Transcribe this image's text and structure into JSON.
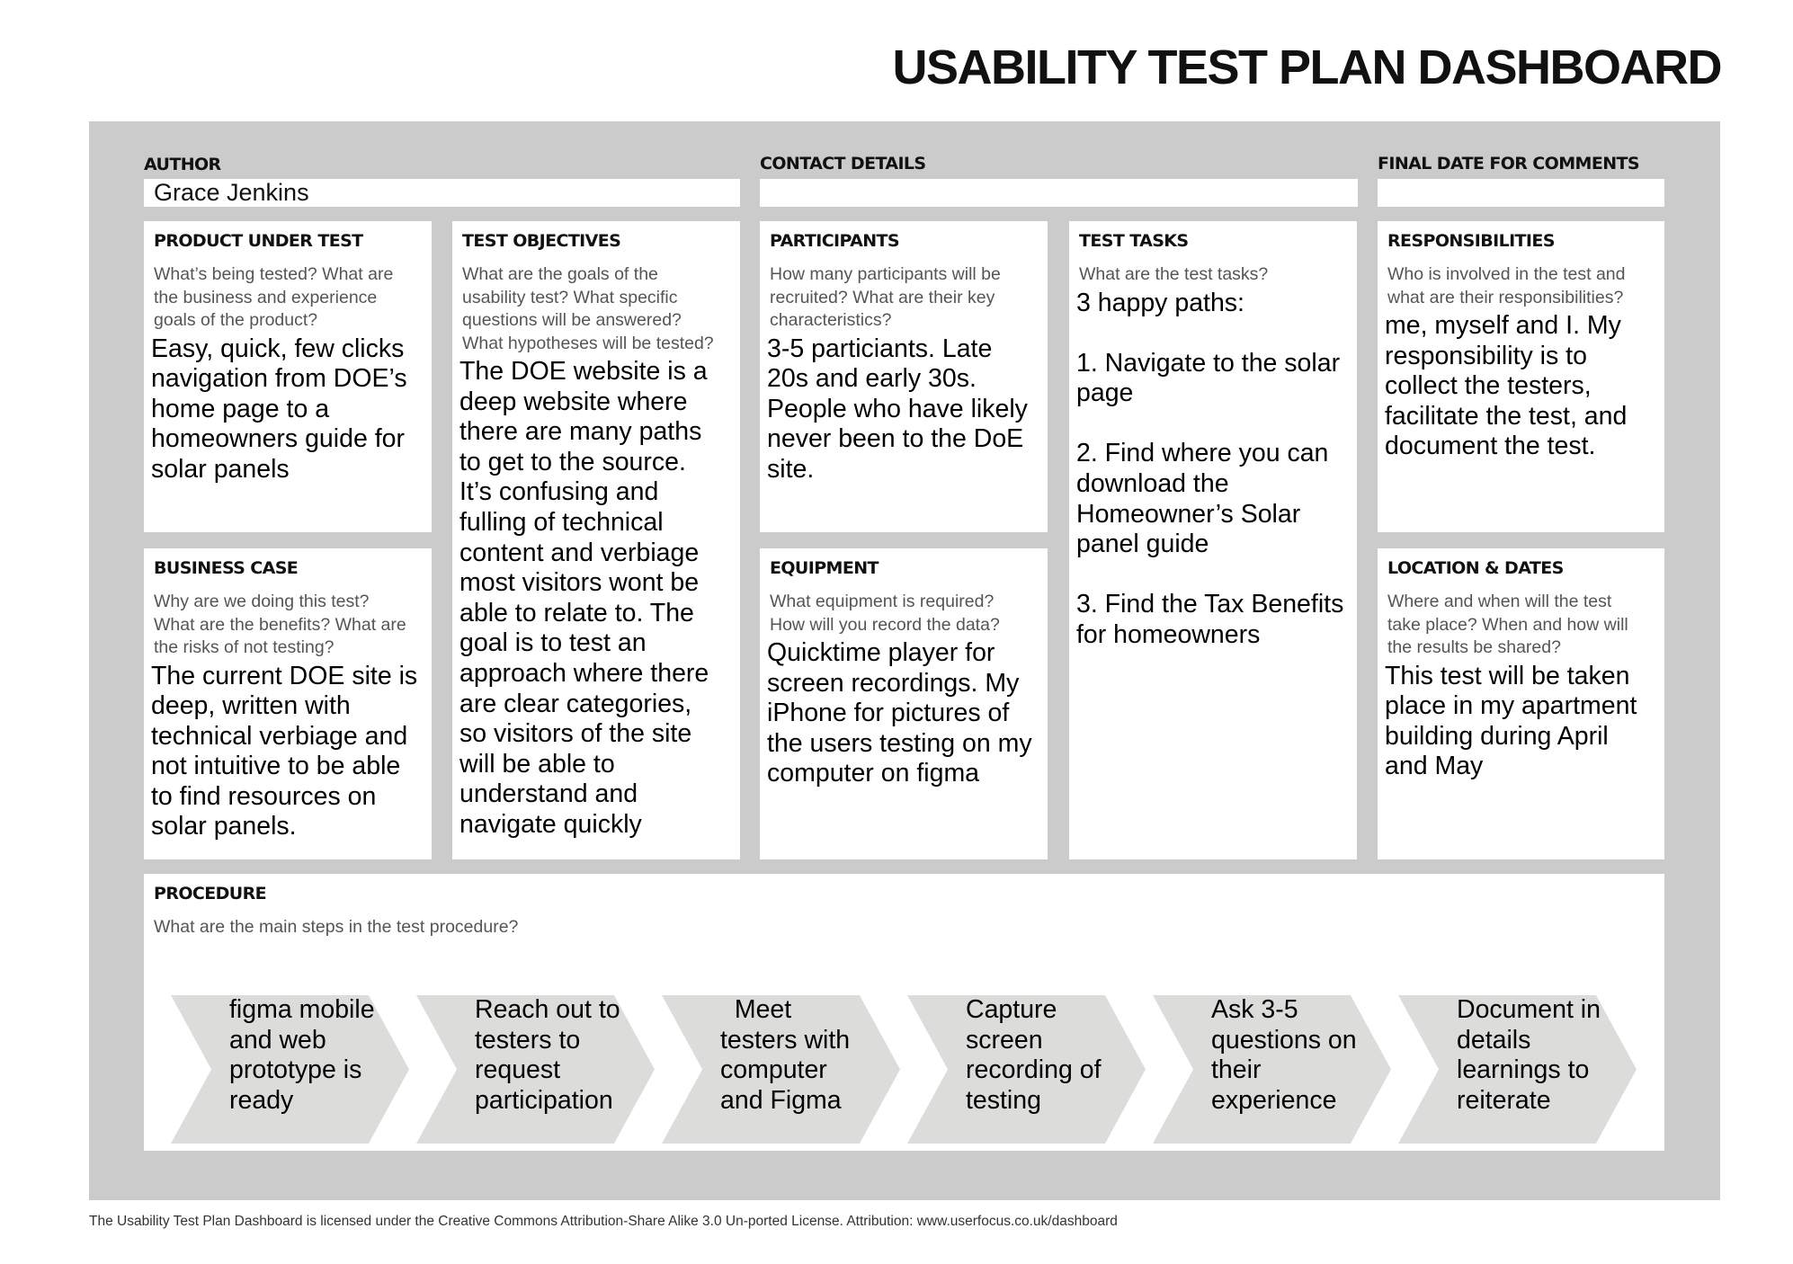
{
  "title": "USABILITY TEST PLAN DASHBOARD",
  "header_fields": {
    "author_label": "AUTHOR",
    "author_value": "Grace Jenkins",
    "contact_label": "CONTACT DETAILS",
    "contact_value": "",
    "final_date_label": "FINAL DATE FOR COMMENTS",
    "final_date_value": ""
  },
  "cards": {
    "product": {
      "title": "PRODUCT UNDER TEST",
      "prompt": "What’s being tested? What are\nthe business and experience\ngoals of the product?",
      "body": "Easy, quick, few clicks\nnavigation from DOE’s\nhome page to a\nhomeowners guide for\nsolar panels"
    },
    "business": {
      "title": "BUSINESS CASE",
      "prompt": "Why are we doing this test?\nWhat are the benefits? What are\nthe risks of not testing?",
      "body": "The current DOE site is\ndeep, written with\ntechnical verbiage and\nnot intuitive to be able\nto find resources on\nsolar panels."
    },
    "objectives": {
      "title": "TEST OBJECTIVES",
      "prompt": "What are the goals of the\nusability test? What specific\nquestions will be answered?\nWhat hypotheses will be tested?",
      "body": "The DOE website is a\ndeep website where\nthere are many paths\nto get to the source.\nIt’s confusing and\nfulling of technical\ncontent and verbiage\nmost visitors wont be\nable to relate to. The\ngoal is to test an\napproach where there\nare clear categories,\nso visitors of the site\nwill be able to\nunderstand and\nnavigate quickly"
    },
    "participants": {
      "title": "PARTICIPANTS",
      "prompt": "How many participants will be\nrecruited? What are their key\ncharacteristics?",
      "body": "3-5 particiants. Late\n20s and early 30s.\nPeople who have likely\nnever been to the DoE\nsite."
    },
    "equipment": {
      "title": "EQUIPMENT",
      "prompt": "What equipment is required?\nHow will you record the data?",
      "body": "Quicktime player for\nscreen recordings. My\niPhone for pictures of\nthe users testing on my\ncomputer on figma"
    },
    "tasks": {
      "title": "TEST TASKS",
      "prompt": "What are the test tasks?",
      "body": "3 happy paths:\n\n1. Navigate to the solar\npage\n\n2. Find where you can\ndownload the\nHomeowner’s Solar\npanel guide\n\n3. Find the Tax Benefits\nfor homeowners"
    },
    "responsibilities": {
      "title": "RESPONSIBILITIES",
      "prompt": "Who is involved in the test and\nwhat are their responsibilities?",
      "body": "me, myself and I. My\nresponsibility is to\ncollect the testers,\nfacilitate the test, and\ndocument the test."
    },
    "location": {
      "title": "LOCATION & DATES",
      "prompt": "Where and when will the test\ntake place? When and how will\nthe results be shared?",
      "body": "This test will be taken\nplace in my apartment\nbuilding during April\nand May"
    }
  },
  "procedure": {
    "title": "PROCEDURE",
    "prompt": "What are the main steps in the test procedure?",
    "steps": [
      "figma mobile\nand web\nprototype is\nready",
      "Reach out to\ntesters to\nrequest\nparticipation",
      "  Meet\ntesters with\ncomputer\nand Figma",
      "Capture\nscreen\nrecording of\ntesting",
      "Ask 3-5\nquestions on\ntheir\nexperience",
      "Document in\ndetails\nlearnings to\nreiterate"
    ]
  },
  "footer": "The Usability Test Plan Dashboard is licensed under the Creative Commons Attribution-Share Alike 3.0 Un-ported License. Attribution: www.userfocus.co.uk/dashboard"
}
